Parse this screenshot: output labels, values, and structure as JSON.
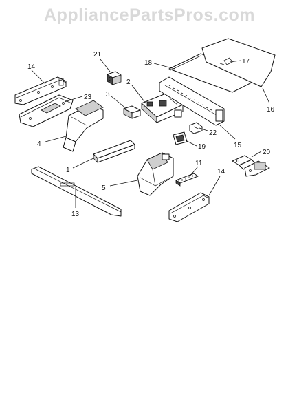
{
  "watermark": "AppliancePartsPros.com",
  "callouts": {
    "c21": "21",
    "c18": "18",
    "c17": "17",
    "c14a": "14",
    "c2": "2",
    "c23": "23",
    "c3": "3",
    "c16": "16",
    "c22": "22",
    "c15": "15",
    "c4": "4",
    "c19": "19",
    "c20": "20",
    "c1": "1",
    "c11": "11",
    "c14b": "14",
    "c5": "5",
    "c13": "13"
  }
}
